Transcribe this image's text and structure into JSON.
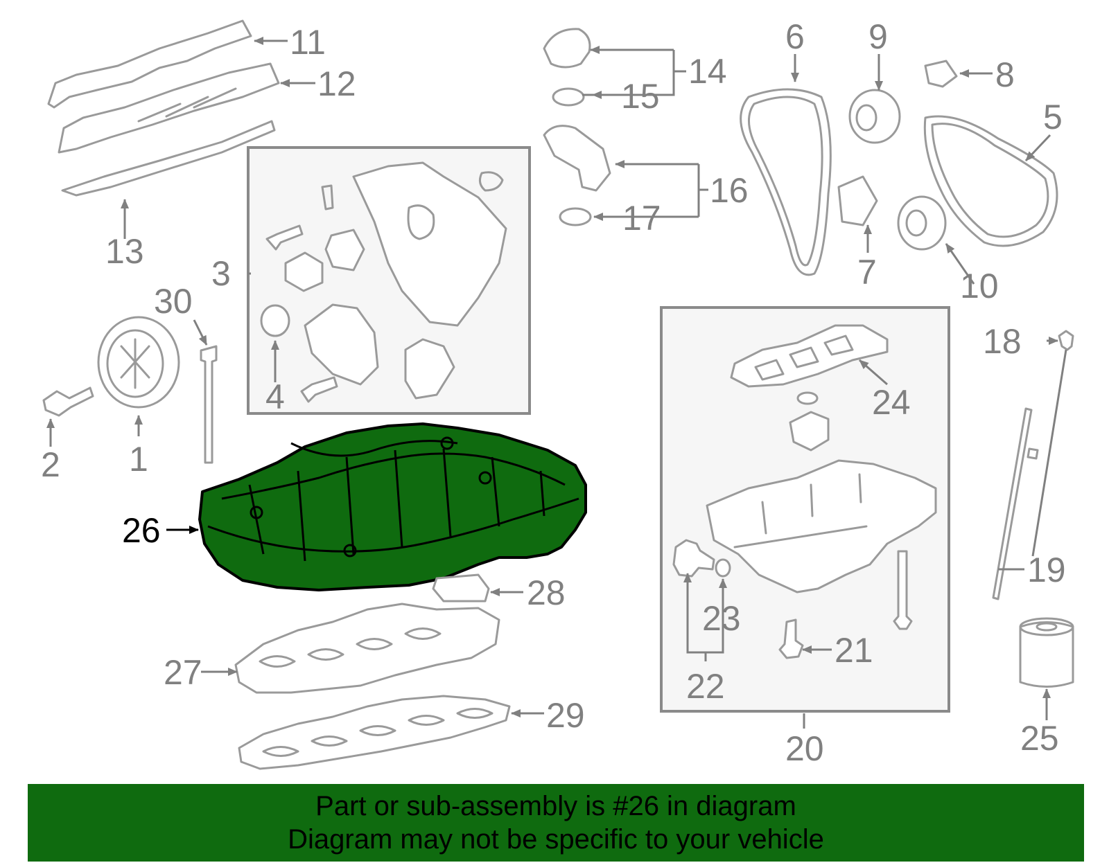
{
  "highlight_part": "26",
  "highlight_color": "#0f6b0f",
  "part_numbers": {
    "p1": "1",
    "p2": "2",
    "p3": "3",
    "p4": "4",
    "p5": "5",
    "p6": "6",
    "p7": "7",
    "p8": "8",
    "p9": "9",
    "p10": "10",
    "p11": "11",
    "p12": "12",
    "p13": "13",
    "p14": "14",
    "p15": "15",
    "p16": "16",
    "p17": "17",
    "p18": "18",
    "p19": "19",
    "p20": "20",
    "p21": "21",
    "p22": "22",
    "p23": "23",
    "p24": "24",
    "p25": "25",
    "p26": "26",
    "p27": "27",
    "p28": "28",
    "p29": "29",
    "p30": "30"
  },
  "banner": {
    "line1": "Part or sub-assembly is #26 in diagram",
    "line2": "Diagram may not be specific to your vehicle"
  }
}
